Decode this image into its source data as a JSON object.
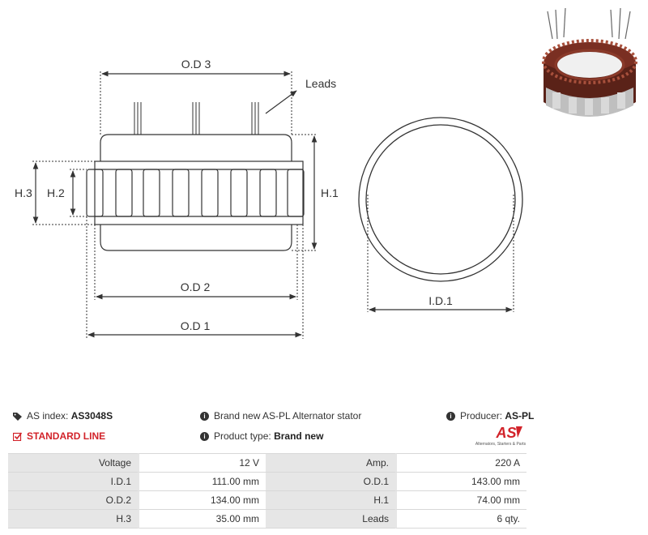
{
  "diagram": {
    "labels": {
      "od3": "O.D 3",
      "leads": "Leads",
      "h3": "H.3",
      "h2": "H.2",
      "h1": "H.1",
      "od2": "O.D 2",
      "od1": "O.D 1",
      "id1": "I.D.1"
    }
  },
  "info": {
    "as_index_label": "AS index:",
    "as_index_value": "AS3048S",
    "description": "Brand new AS-PL Alternator stator",
    "producer_label": "Producer:",
    "producer_value": "AS-PL",
    "standard_line": "STANDARD LINE",
    "product_type_label": "Product type:",
    "product_type_value": "Brand new",
    "logo_text": "AS",
    "logo_tagline": "Alternators, Starters & Parts"
  },
  "specs": [
    {
      "l1": "Voltage",
      "v1": "12 V",
      "l2": "Amp.",
      "v2": "220 A"
    },
    {
      "l1": "I.D.1",
      "v1": "111.00 mm",
      "l2": "O.D.1",
      "v2": "143.00 mm"
    },
    {
      "l1": "O.D.2",
      "v1": "134.00 mm",
      "l2": "H.1",
      "v2": "74.00 mm"
    },
    {
      "l1": "H.3",
      "v1": "35.00 mm",
      "l2": "Leads",
      "v2": "6 qty."
    }
  ],
  "colors": {
    "accent_red": "#d2232a",
    "copper": "#8a3a2a"
  }
}
